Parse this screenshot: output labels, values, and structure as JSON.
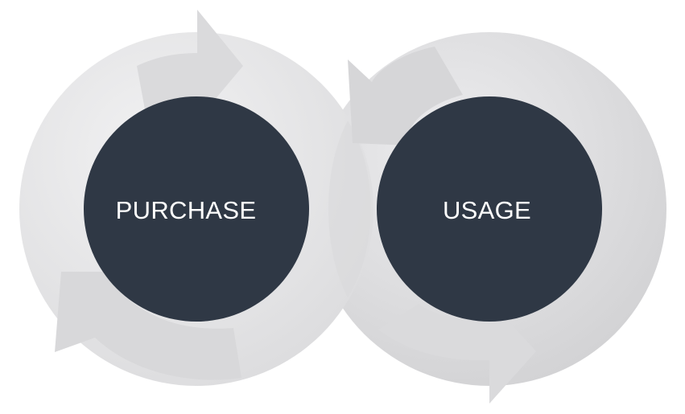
{
  "diagram": {
    "nodes": [
      {
        "id": "purchase",
        "label": "PURCHASE"
      },
      {
        "id": "usage",
        "label": "USAGE"
      }
    ],
    "colors": {
      "background": "#ffffff",
      "ring_light": "#ececee",
      "ring_dark": "#d4d4d6",
      "arrow": "#dadadc",
      "core": "#2f3845",
      "label": "#ffffff"
    }
  }
}
